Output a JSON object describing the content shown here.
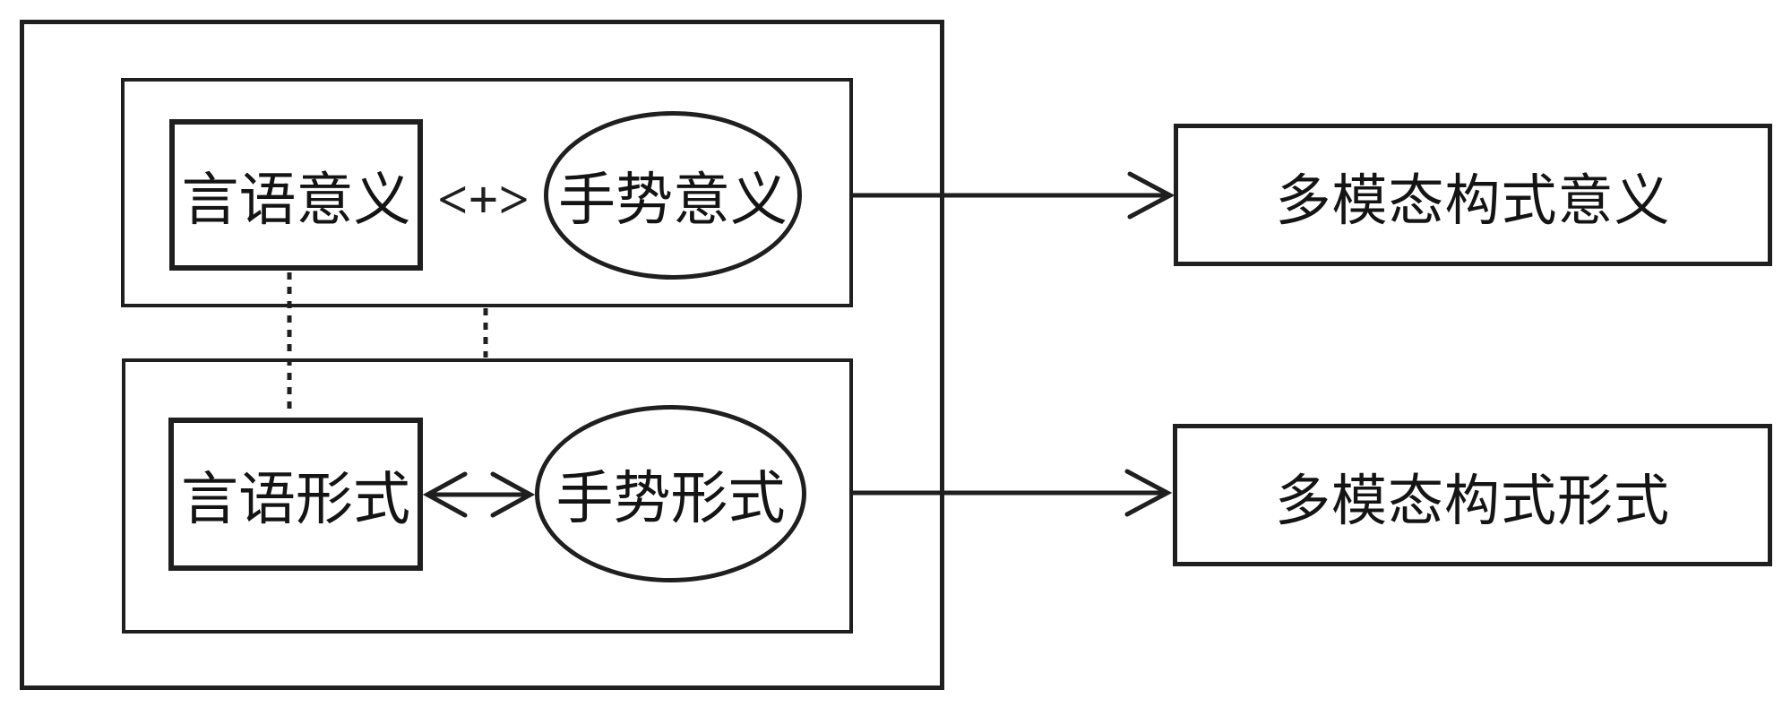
{
  "diagram": {
    "model": {
      "meaning_row": {
        "speech": "言语意义",
        "operator": "<+>",
        "gesture": "手势意义"
      },
      "form_row": {
        "speech": "言语形式",
        "gesture": "手势形式"
      }
    },
    "outputs": {
      "meaning": "多模态构式意义",
      "form": "多模态构式形式"
    },
    "colors": {
      "line": "#1f1f1f",
      "text": "#141414",
      "background": "#ffffff"
    }
  }
}
